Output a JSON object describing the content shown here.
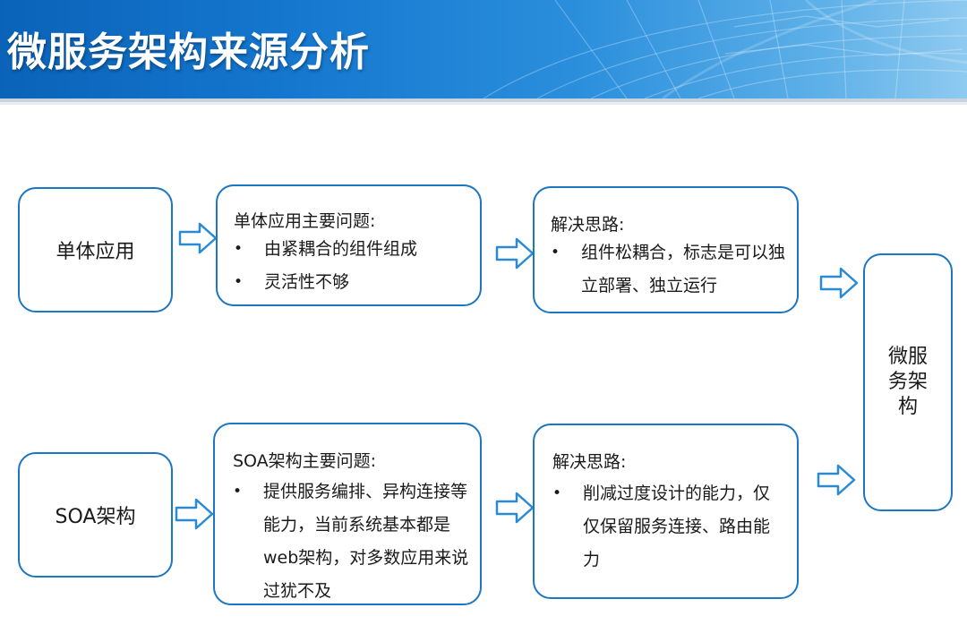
{
  "header": {
    "title": "微服务架构来源分析"
  },
  "diagram": {
    "row_top": {
      "source_box": {
        "label": "单体应用"
      },
      "problems_box": {
        "title": "单体应用主要问题:",
        "bullets": [
          "由紧耦合的组件组成",
          "灵活性不够"
        ]
      },
      "solution_box": {
        "title": "解决思路:",
        "bullets": [
          "组件松耦合，标志是可以独立部署、独立运行"
        ]
      }
    },
    "row_bottom": {
      "source_box": {
        "label": "SOA架构"
      },
      "problems_box": {
        "title": "SOA架构主要问题:",
        "bullets": [
          "提供服务编排、异构连接等能力，当前系统基本都是web架构，对多数应用来说过犹不及"
        ]
      },
      "solution_box": {
        "title": "解决思路:",
        "bullets": [
          "削减过度设计的能力，仅仅保留服务连接、路由能力"
        ]
      }
    },
    "result_box": {
      "label": "微服务架构"
    },
    "bullet_symbol": "•"
  },
  "colors": {
    "box_border": "#1c76c2",
    "arrow_stroke": "#2a8ad4",
    "header_start": "#0a63b8",
    "header_end": "#8fcaf0",
    "title_text": "#ffffff"
  }
}
